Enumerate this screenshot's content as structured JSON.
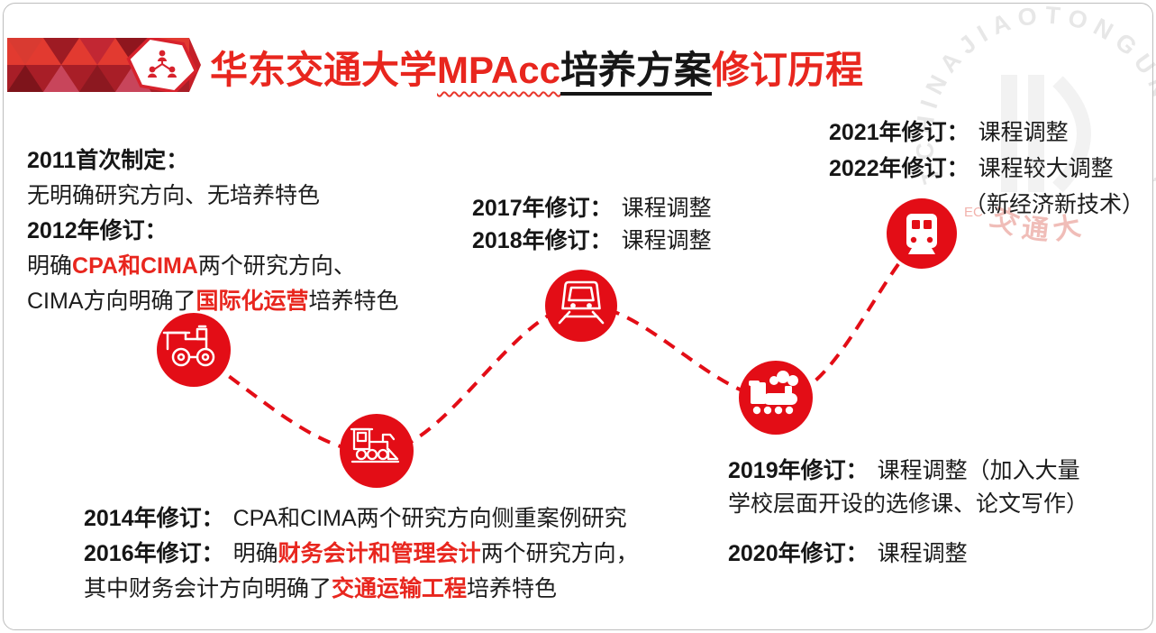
{
  "title": {
    "cn_prefix": "华东交通大学",
    "en": "MPAcc",
    "underlined": "培养方案",
    "suffix": "修订历程"
  },
  "colors": {
    "title_red": "#e8261e",
    "graphic_red": "#e30d16",
    "text_black": "#1c1c1c",
    "banner_top_red": "#e23a30",
    "banner_bottom_red": "#a81e27"
  },
  "banner": {
    "icon": "hierarchy-people-icon"
  },
  "watermark": {
    "ring_text": "TCHINAJIAOTONGUNIVERSIT",
    "inner_small_text": "EC",
    "bottom_script": "交  通  大"
  },
  "timeline": {
    "icons": [
      "steam-locomotive-outline-icon",
      "steam-locomotive-cowcatcher-outline-icon",
      "highspeed-train-front-outline-icon",
      "steam-locomotive-solid-icon",
      "metro-train-front-solid-icon"
    ]
  },
  "blocks": {
    "left": {
      "l1": "2011首次制定：",
      "l2": "无明确研究方向、无培养特色",
      "l3": "2012年修订：",
      "l4a": "明确",
      "l4b": "CPA和CIMA",
      "l4c": "两个研究方向、",
      "l5a": "CIMA方向明确了",
      "l5b": "国际化运营",
      "l5c": "培养特色"
    },
    "mid": {
      "l1h": "2017年修订：",
      "l1t": "课程调整",
      "l2h": "2018年修订：",
      "l2t": "课程调整"
    },
    "topright": {
      "l1h": "2021年修订：",
      "l1t": "课程调整",
      "l2h": "2022年修订：",
      "l2t": "课程较大调整",
      "l3": "（新经济新技术）"
    },
    "botmid": {
      "l1h": "2014年修订：",
      "l1t": "CPA和CIMA两个研究方向侧重案例研究",
      "l2h": "2016年修订：",
      "l2a": "明确",
      "l2b": "财务会计和管理会计",
      "l2c": "两个研究方向，",
      "l3a": "其中财务会计方向明确了",
      "l3b": "交通运输工程",
      "l3c": "培养特色"
    },
    "botright": {
      "l1h": "2019年修订：",
      "l1t": "课程调整（加入大量",
      "l2": "学校层面开设的选修课、论文写作）",
      "l3h": "2020年修订：",
      "l3t": "课程调整"
    }
  }
}
